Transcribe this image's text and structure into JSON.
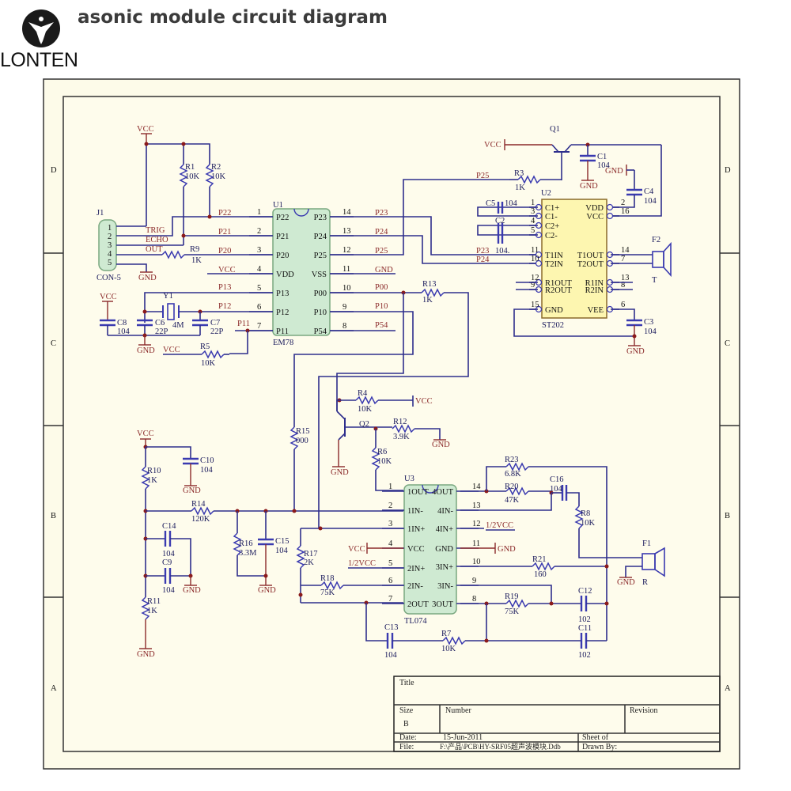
{
  "header": {
    "brand": "LONTEN",
    "title": "asonic module circuit diagram"
  },
  "frame": {
    "zones_left": [
      "D",
      "C",
      "B",
      "A"
    ],
    "zones_right": [
      "D",
      "C",
      "B",
      "A"
    ]
  },
  "title_block": {
    "title_label": "Title",
    "size_label": "Size",
    "size_value": "B",
    "number_label": "Number",
    "revision_label": "Revision",
    "date_label": "Date:",
    "date_value": "15-Jun-2011",
    "sheet_label": "Sheet    of",
    "file_label": "File:",
    "file_value": "F:\\产品\\PCB\\HY-SRF05超声波模块.Ddb",
    "drawn_by_label": "Drawn By:"
  },
  "nets": {
    "vcc": "VCC",
    "gnd": "GND",
    "half_vcc": "1/2VCC",
    "trig": "TRIG",
    "echo": "ECHO",
    "out": "OUT",
    "p22": "P22",
    "p21": "P21",
    "p20": "P20",
    "p13": "P13",
    "p12": "P12",
    "p11": "P11",
    "p23": "P23",
    "p24": "P24",
    "p25": "P25",
    "p00": "P00",
    "p10": "P10",
    "p54": "P54"
  },
  "j1": {
    "ref": "J1",
    "value": "CON-5",
    "pins": [
      "1",
      "2",
      "3",
      "4",
      "5"
    ]
  },
  "u1": {
    "ref": "U1",
    "part": "EM78",
    "left_pins": [
      {
        "num": "1",
        "name": "P22"
      },
      {
        "num": "2",
        "name": "P21"
      },
      {
        "num": "3",
        "name": "P20"
      },
      {
        "num": "4",
        "name": "VDD"
      },
      {
        "num": "5",
        "name": "P13"
      },
      {
        "num": "6",
        "name": "P12"
      },
      {
        "num": "7",
        "name": "P11"
      }
    ],
    "right_pins": [
      {
        "num": "14",
        "name": "P23"
      },
      {
        "num": "13",
        "name": "P24"
      },
      {
        "num": "12",
        "name": "P25"
      },
      {
        "num": "11",
        "name": "VSS"
      },
      {
        "num": "10",
        "name": "P00"
      },
      {
        "num": "9",
        "name": "P10"
      },
      {
        "num": "8",
        "name": "P54"
      }
    ]
  },
  "u2": {
    "ref": "U2",
    "part": "ST202",
    "left_pins": [
      {
        "num": "1",
        "name": "C1+"
      },
      {
        "num": "3",
        "name": "C1-"
      },
      {
        "num": "4",
        "name": "C2+"
      },
      {
        "num": "5",
        "name": "C2-"
      },
      {
        "num": "11",
        "name": "T1IN"
      },
      {
        "num": "10",
        "name": "T2IN"
      },
      {
        "num": "12",
        "name": "R1OUT"
      },
      {
        "num": "9",
        "name": "R2OUT"
      },
      {
        "num": "15",
        "name": "GND"
      }
    ],
    "right_pins": [
      {
        "num": "2",
        "name": "VDD"
      },
      {
        "num": "16",
        "name": "VCC"
      },
      {
        "num": "14",
        "name": "T1OUT"
      },
      {
        "num": "7",
        "name": "T2OUT"
      },
      {
        "num": "13",
        "name": "R1IN"
      },
      {
        "num": "8",
        "name": "R2IN"
      },
      {
        "num": "6",
        "name": "VEE"
      }
    ]
  },
  "u3": {
    "ref": "U3",
    "part": "TL074",
    "left_pins": [
      {
        "num": "1",
        "name": "1OUT"
      },
      {
        "num": "2",
        "name": "1IN-"
      },
      {
        "num": "3",
        "name": "1IN+"
      },
      {
        "num": "4",
        "name": "VCC"
      },
      {
        "num": "5",
        "name": "2IN+"
      },
      {
        "num": "6",
        "name": "2IN-"
      },
      {
        "num": "7",
        "name": "2OUT"
      }
    ],
    "right_pins": [
      {
        "num": "14",
        "name": "4OUT"
      },
      {
        "num": "13",
        "name": "4IN-"
      },
      {
        "num": "12",
        "name": "4IN+"
      },
      {
        "num": "11",
        "name": "GND"
      },
      {
        "num": "10",
        "name": "3IN+"
      },
      {
        "num": "9",
        "name": "3IN-"
      },
      {
        "num": "8",
        "name": "3OUT"
      }
    ]
  },
  "resistors": {
    "r1": {
      "ref": "R1",
      "value": "10K"
    },
    "r2": {
      "ref": "R2",
      "value": "10K"
    },
    "r3": {
      "ref": "R3",
      "value": "1K"
    },
    "r4": {
      "ref": "R4",
      "value": "10K"
    },
    "r5": {
      "ref": "R5",
      "value": "10K"
    },
    "r6": {
      "ref": "R6",
      "value": "10K"
    },
    "r7": {
      "ref": "R7",
      "value": "10K"
    },
    "r8": {
      "ref": "R8",
      "value": "10K"
    },
    "r9": {
      "ref": "R9",
      "value": "1K"
    },
    "r10": {
      "ref": "R10",
      "value": "1K"
    },
    "r11": {
      "ref": "R11",
      "value": "1K"
    },
    "r12": {
      "ref": "R12",
      "value": "3.9K"
    },
    "r13": {
      "ref": "R13",
      "value": "1K"
    },
    "r14": {
      "ref": "R14",
      "value": "120K"
    },
    "r15": {
      "ref": "R15",
      "value": "000"
    },
    "r16": {
      "ref": "R16",
      "value": "3.3M"
    },
    "r17": {
      "ref": "R17",
      "value": "2K"
    },
    "r18": {
      "ref": "R18",
      "value": "75K"
    },
    "r19": {
      "ref": "R19",
      "value": "75K"
    },
    "r20": {
      "ref": "R20",
      "value": "47K"
    },
    "r21": {
      "ref": "R21",
      "value": "160"
    },
    "r23": {
      "ref": "R23",
      "value": "6.8K"
    }
  },
  "capacitors": {
    "c1": {
      "ref": "C1",
      "value": "104"
    },
    "c2": {
      "ref": "C2",
      "value": "104."
    },
    "c3": {
      "ref": "C3",
      "value": "104"
    },
    "c4": {
      "ref": "C4",
      "value": "104"
    },
    "c5": {
      "ref": "C5",
      "value": "104"
    },
    "c6": {
      "ref": "C6",
      "value": "22P"
    },
    "c7": {
      "ref": "C7",
      "value": "22P"
    },
    "c8": {
      "ref": "C8",
      "value": "104"
    },
    "c9": {
      "ref": "C9",
      "value": "104"
    },
    "c10": {
      "ref": "C10",
      "value": "104"
    },
    "c11": {
      "ref": "C11",
      "value": "102"
    },
    "c12": {
      "ref": "C12",
      "value": "102"
    },
    "c13": {
      "ref": "C13",
      "value": "104"
    },
    "c14": {
      "ref": "C14",
      "value": "104"
    },
    "c15": {
      "ref": "C15",
      "value": "104"
    },
    "c16": {
      "ref": "C16",
      "value": "104"
    }
  },
  "others": {
    "y1": {
      "ref": "Y1",
      "value": "4M"
    },
    "q1": {
      "ref": "Q1"
    },
    "q2": {
      "ref": "Q2"
    },
    "f1": {
      "ref": "F1",
      "label": "R"
    },
    "f2": {
      "ref": "F2",
      "label": "T"
    }
  }
}
